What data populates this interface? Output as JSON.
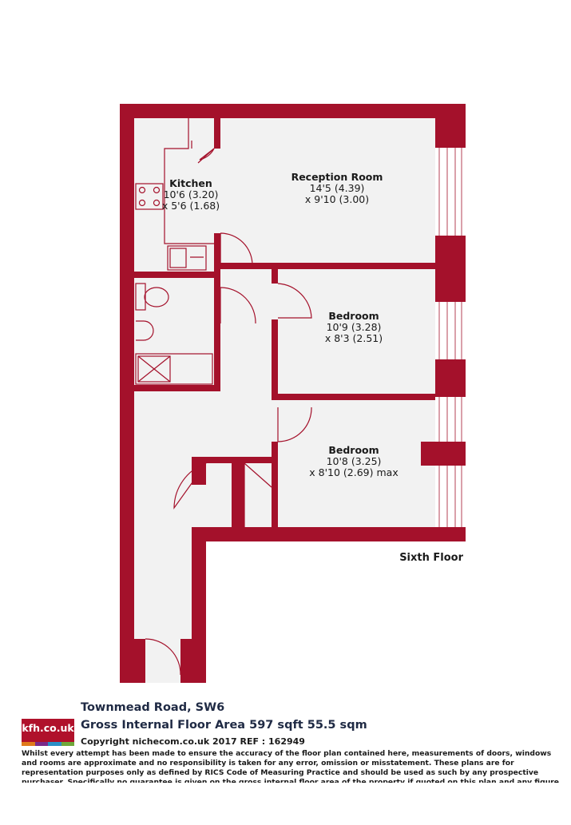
{
  "plan": {
    "colors": {
      "wall": "#a4112b",
      "floor": "#f2f2f2",
      "fixture": "#a4112b"
    },
    "floor_label": "Sixth Floor",
    "rooms": [
      {
        "id": "kitchen",
        "name": "Kitchen",
        "dim1": "10'6 (3.20)",
        "dim2": "x 5'6 (1.68)"
      },
      {
        "id": "reception",
        "name": "Reception Room",
        "dim1": "14'5 (4.39)",
        "dim2": "x 9'10 (3.00)"
      },
      {
        "id": "bedroom1",
        "name": "Bedroom",
        "dim1": "10'9 (3.28)",
        "dim2": "x 8'3 (2.51)"
      },
      {
        "id": "bedroom2",
        "name": "Bedroom",
        "dim1": "10'8 (3.25)",
        "dim2": "x 8'10 (2.69) max"
      }
    ]
  },
  "footer": {
    "logo_text": "kfh.co.uk",
    "logo_stripe_colors": [
      "#e07a1b",
      "#7a2a8a",
      "#2a8fc6",
      "#6fa83a"
    ],
    "address": "Townmead Road, SW6",
    "area": "Gross Internal Floor Area 597 sqft 55.5 sqm",
    "copyright": "Copyright nichecom.co.uk 2017 REF : 162949",
    "disclaimer": "Whilst every attempt has been made to ensure the accuracy of the floor plan contained here, measurements of doors, windows and rooms are approximate and no responsibility is taken for any error, omission or misstatement.  These plans are for representation purposes only as defined by RICS Code of Measuring Practice and should be used as such by any prospective purchaser.  Specifically no guarantee is given on the gross internal floor area of the property if quoted on this plan and any figure given is for initial guidance only and should not be relied on as a basis of valuation."
  }
}
